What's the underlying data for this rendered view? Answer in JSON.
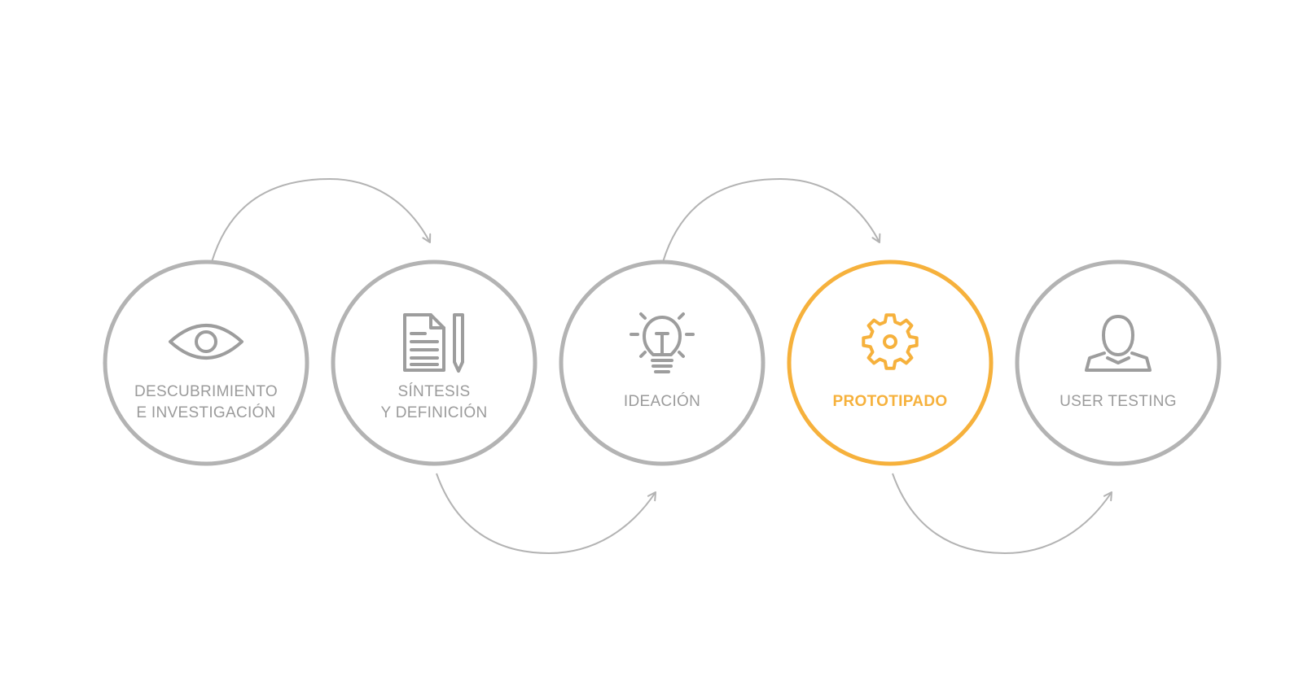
{
  "colors": {
    "inactive": "#b3b3b3",
    "text": "#9b9b9b",
    "icon": "#9d9d9d",
    "active": "#f6b13c",
    "background": "#ffffff"
  },
  "steps": [
    {
      "label_line1": "DESCUBRIMIENTO",
      "label_line2": "E INVESTIGACIÓN",
      "icon": "eye-icon",
      "active": false
    },
    {
      "label_line1": "SÍNTESIS",
      "label_line2": "Y DEFINICIÓN",
      "icon": "document-pencil-icon",
      "active": false
    },
    {
      "label_line1": "IDEACIÓN",
      "label_line2": "",
      "icon": "lightbulb-icon",
      "active": false
    },
    {
      "label_line1": "PROTOTIPADO",
      "label_line2": "",
      "icon": "gear-icon",
      "active": true
    },
    {
      "label_line1": "USER TESTING",
      "label_line2": "",
      "icon": "user-icon",
      "active": false
    }
  ],
  "connectors": [
    {
      "from": 1,
      "to": 2,
      "side": "top"
    },
    {
      "from": 2,
      "to": 3,
      "side": "bottom"
    },
    {
      "from": 3,
      "to": 4,
      "side": "top"
    },
    {
      "from": 4,
      "to": 5,
      "side": "bottom"
    }
  ]
}
